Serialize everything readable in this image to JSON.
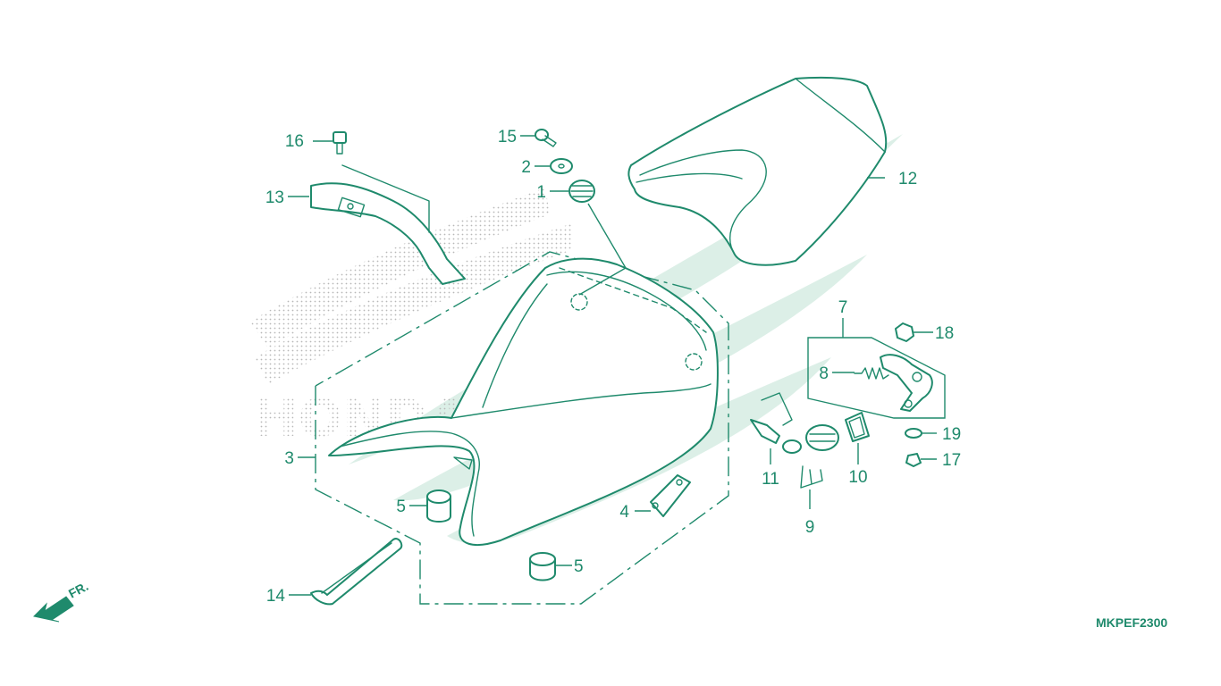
{
  "diagram_code": "MKPEF2300",
  "front_indicator": {
    "label": "FR."
  },
  "watermark_text": "HONDA",
  "colors": {
    "line": "#1f8a6c",
    "watermark": "#dcefe7",
    "background": "#ffffff"
  },
  "callouts": {
    "c1": "1",
    "c2": "2",
    "c3": "3",
    "c4": "4",
    "c5a": "5",
    "c5b": "5",
    "c7": "7",
    "c8": "8",
    "c9": "9",
    "c10": "10",
    "c11": "11",
    "c12": "12",
    "c13": "13",
    "c14": "14",
    "c15": "15",
    "c16": "16",
    "c17": "17",
    "c18": "18",
    "c19": "19"
  }
}
